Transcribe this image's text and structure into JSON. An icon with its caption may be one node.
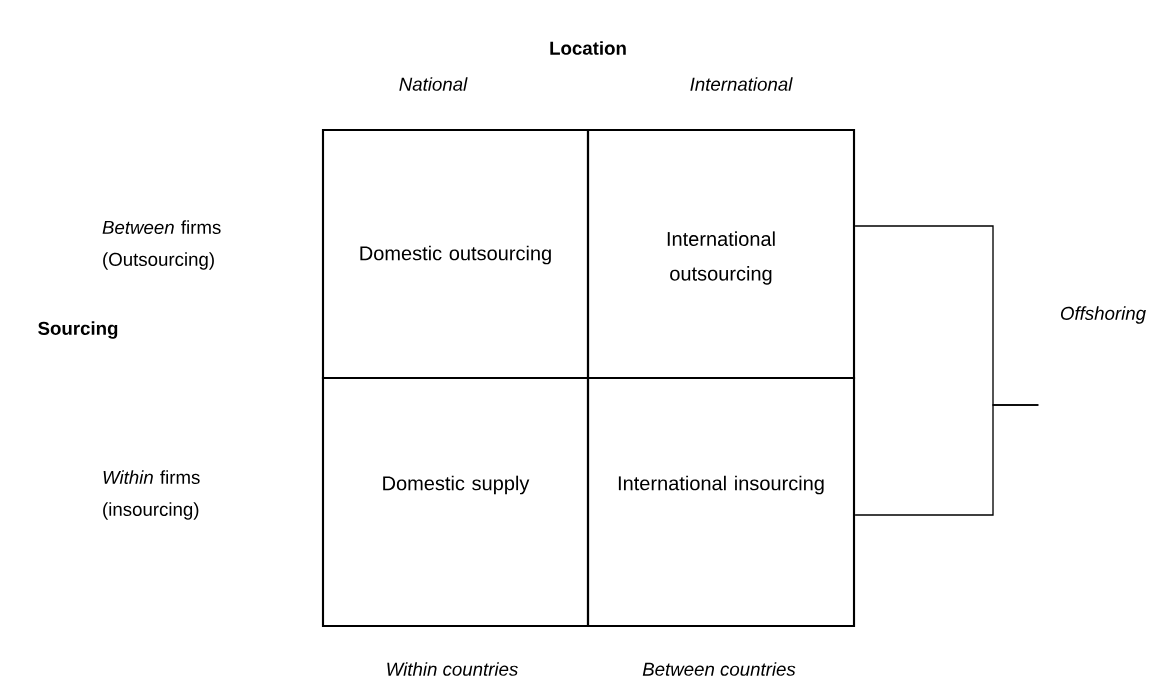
{
  "diagram": {
    "nodes": [
      {
        "text": [
          "Domestic outsourcing"
        ]
      },
      {
        "text": [
          "International outsourcing"
        ]
      },
      {
        "text": [
          "Domestic supply"
        ]
      },
      {
        "text": [
          "International insourcing"
        ]
      },
      {
        "text": [
          "Offshoring"
        ]
      }
    ],
    "edges": [
      {
        "from": 1,
        "to": 4,
        "arrow": "none"
      },
      {
        "from": 3,
        "to": 4,
        "arrow": "none"
      }
    ],
    "labels": [
      "Location",
      "National",
      "International",
      "*Between* firms (Outsourcing)",
      "Sourcing",
      "*Within* firms (insourcing)",
      "Within countries",
      "Between countries"
    ]
  }
}
